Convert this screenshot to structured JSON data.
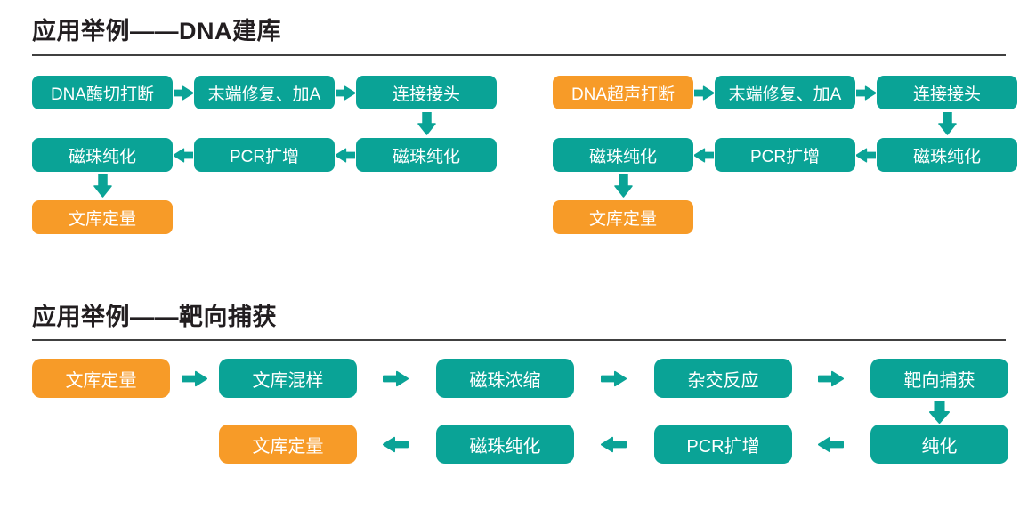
{
  "colors": {
    "teal": "#0aa396",
    "orange": "#f79b28",
    "node_text": "#ffffff",
    "title_text": "#221e20",
    "divider": "#404040",
    "background": "#ffffff"
  },
  "section_dna": {
    "title": "应用举例——DNA建库",
    "flow_enzyme": {
      "row1_direction": "right",
      "row1": [
        {
          "label": "DNA酶切打断",
          "variant": "teal"
        },
        {
          "label": "末端修复、加A",
          "variant": "teal"
        },
        {
          "label": "连接接头",
          "variant": "teal"
        }
      ],
      "row2_direction": "left",
      "row2": [
        {
          "label": "磁珠纯化",
          "variant": "teal"
        },
        {
          "label": "PCR扩增",
          "variant": "teal"
        },
        {
          "label": "磁珠纯化",
          "variant": "teal"
        }
      ],
      "row3": [
        {
          "label": "文库定量",
          "variant": "orange"
        }
      ]
    },
    "flow_sonication": {
      "row1_direction": "right",
      "row1": [
        {
          "label": "DNA超声打断",
          "variant": "orange"
        },
        {
          "label": "末端修复、加A",
          "variant": "teal"
        },
        {
          "label": "连接接头",
          "variant": "teal"
        }
      ],
      "row2_direction": "left",
      "row2": [
        {
          "label": "磁珠纯化",
          "variant": "teal"
        },
        {
          "label": "PCR扩增",
          "variant": "teal"
        },
        {
          "label": "磁珠纯化",
          "variant": "teal"
        }
      ],
      "row3": [
        {
          "label": "文库定量",
          "variant": "orange"
        }
      ]
    }
  },
  "section_capture": {
    "title": "应用举例——靶向捕获",
    "flow": {
      "row1_direction": "right",
      "row1": [
        {
          "label": "文库定量",
          "variant": "orange"
        },
        {
          "label": "文库混样",
          "variant": "teal"
        },
        {
          "label": "磁珠浓缩",
          "variant": "teal"
        },
        {
          "label": "杂交反应",
          "variant": "teal"
        },
        {
          "label": "靶向捕获",
          "variant": "teal"
        }
      ],
      "row2_direction": "left",
      "row2": [
        {
          "label": "文库定量",
          "variant": "orange"
        },
        {
          "label": "磁珠纯化",
          "variant": "teal"
        },
        {
          "label": "PCR扩增",
          "variant": "teal"
        },
        {
          "label": "纯化",
          "variant": "teal"
        }
      ]
    }
  }
}
